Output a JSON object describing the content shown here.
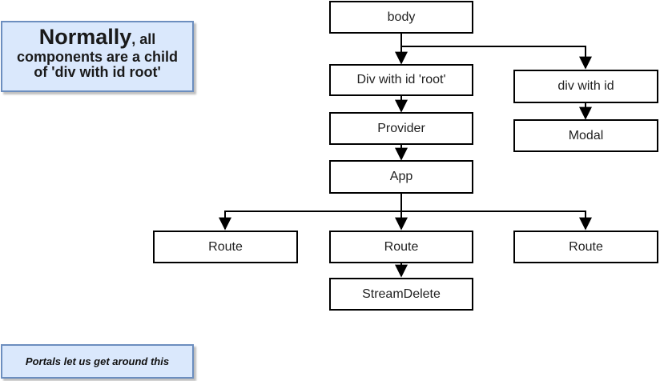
{
  "notes": {
    "normally": {
      "lead": "Normally",
      "rest1": ", all",
      "rest2": "components are a child",
      "rest3": "of 'div with id root'"
    },
    "portals": "Portals let us get around this"
  },
  "nodes": {
    "body": "body",
    "root_div": "Div with id 'root'",
    "provider": "Provider",
    "app": "App",
    "route_left": "Route",
    "route_middle": "Route",
    "route_right": "Route",
    "stream_delete": "StreamDelete",
    "modal_div": "div with id",
    "modal": "Modal"
  },
  "colors": {
    "note_fill": "#dae8fc",
    "note_border": "#6c8ebf",
    "node_border": "#000000",
    "edge": "#000000"
  }
}
